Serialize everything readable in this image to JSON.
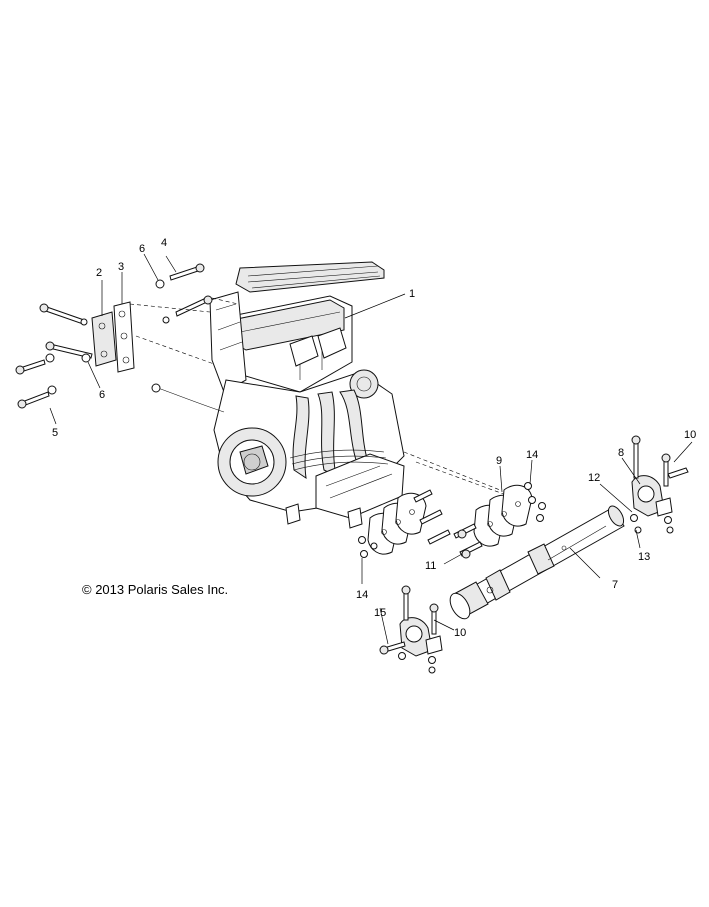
{
  "copyright": "© 2013 Polaris Sales Inc.",
  "callouts": {
    "c1": "1",
    "c2": "2",
    "c3": "3",
    "c4": "4",
    "c5": "5",
    "c6a": "6",
    "c6b": "6",
    "c7": "7",
    "c8": "8",
    "c9": "9",
    "c10a": "10",
    "c10b": "10",
    "c11": "11",
    "c12": "12",
    "c13": "13",
    "c14a": "14",
    "c14b": "14",
    "c15": "15"
  }
}
